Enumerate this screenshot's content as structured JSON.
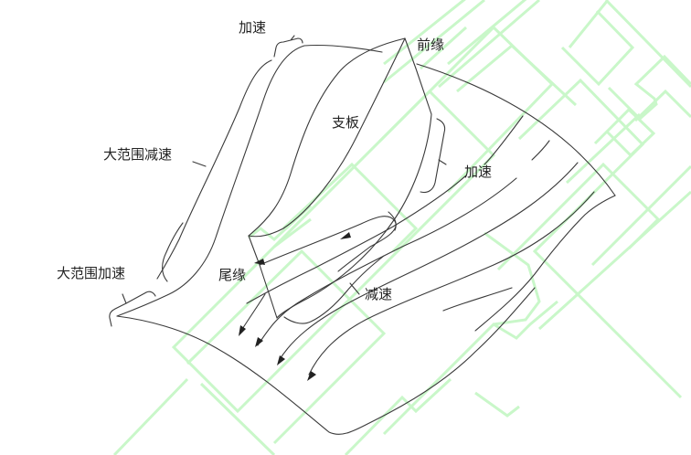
{
  "diagram": {
    "title": "",
    "colors": {
      "line": "#3a3a3a",
      "text": "#222222",
      "watermark": "#c9f7c9",
      "background": "#ffffff"
    },
    "labels": {
      "accel_top": "加速",
      "leading_edge": "前缘",
      "strut": "支板",
      "wide_decel": "大范围减速",
      "accel_right": "加速",
      "wide_accel": "大范围加速",
      "trailing_edge": "尾缘",
      "decel": "减速"
    },
    "components": [
      {
        "id": "strut",
        "label": "支板",
        "description": "Strut body outline"
      },
      {
        "id": "leading-edge",
        "label": "前缘",
        "description": "Leading edge tip at top"
      },
      {
        "id": "trailing-edge",
        "label": "尾缘",
        "description": "Trailing edge with reverse-flow arrows"
      },
      {
        "id": "streamlines",
        "label": "",
        "description": "Flow streamlines with arrowheads pointing lower-left"
      }
    ],
    "annotations": [
      {
        "text": "加速",
        "region": "top bracket near strut suction side"
      },
      {
        "text": "大范围减速",
        "region": "left long bracket"
      },
      {
        "text": "大范围加速",
        "region": "lower-left bracket"
      },
      {
        "text": "加速",
        "region": "right bracket near pressure side"
      },
      {
        "text": "减速",
        "region": "trailing-edge wake region"
      },
      {
        "text": "尾缘",
        "region": "trailing edge"
      },
      {
        "text": "前缘",
        "region": "leading edge"
      },
      {
        "text": "支板",
        "region": "strut body"
      }
    ]
  }
}
